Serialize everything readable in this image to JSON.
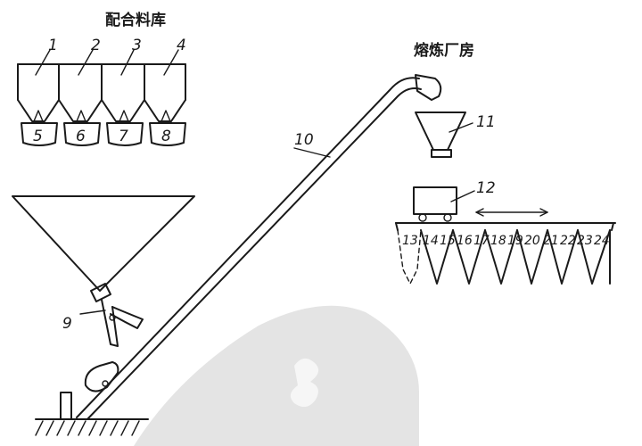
{
  "titles": {
    "batch_store": "配合料库",
    "melting_house": "熔炼厂房"
  },
  "labels": {
    "bin1": "1",
    "bin2": "2",
    "bin3": "3",
    "bin4": "4",
    "feeder5": "5",
    "feeder6": "6",
    "feeder7": "7",
    "feeder8": "8",
    "n9": "9",
    "n10": "10",
    "n11": "11",
    "n12": "12",
    "s13": "13",
    "s14": "14",
    "s15": "15",
    "s16": "16",
    "s17": "17",
    "s18": "18",
    "s19": "19",
    "s20": "20",
    "s21": "21",
    "s22": "22",
    "s23": "23",
    "s24": "24"
  },
  "colors": {
    "ink": "#1a1a1a",
    "watermark": "#d6d6d6"
  }
}
